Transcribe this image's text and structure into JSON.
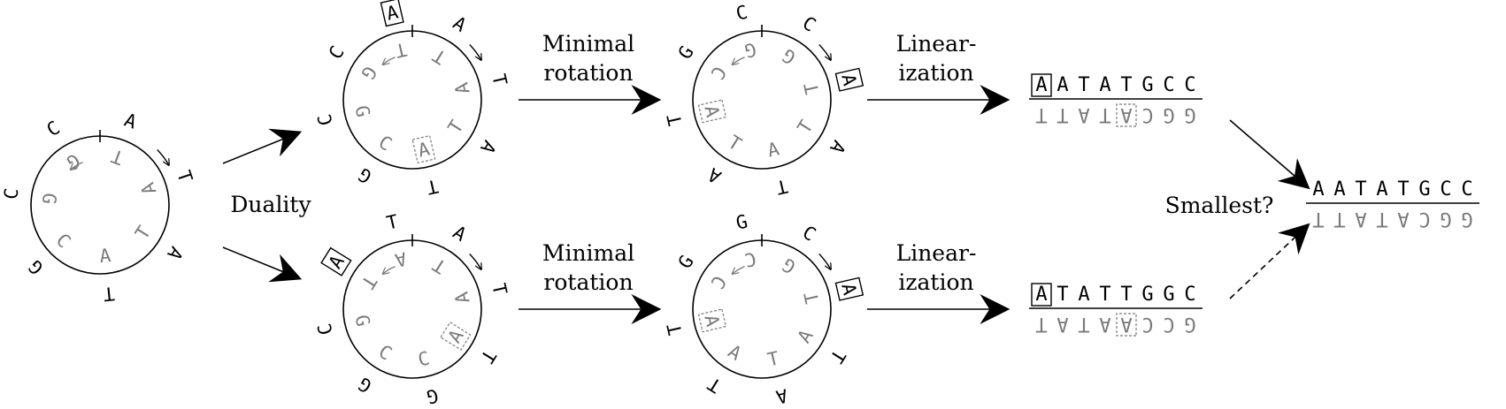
{
  "labels": {
    "duality": "Duality",
    "minimal_rotation_line1": "Minimal",
    "minimal_rotation_line2": "rotation",
    "linearization_line1": "Linear-",
    "linearization_line2": "ization",
    "smallest": "Smallest?"
  },
  "circles": [
    {
      "name": "input",
      "outer": [
        "A",
        "T",
        "A",
        "T",
        "G",
        "C",
        "C"
      ],
      "inner": [
        "T",
        "A",
        "T",
        "A",
        "C",
        "G",
        "G"
      ],
      "boxed_outer": -1,
      "dashed_inner": -1
    },
    {
      "name": "top-forward",
      "outer": [
        "A",
        "T",
        "A",
        "T",
        "G",
        "C",
        "C",
        "A"
      ],
      "inner": [
        "T",
        "A",
        "T",
        "A",
        "C",
        "G",
        "G",
        "T"
      ],
      "boxed_outer": 7,
      "dashed_inner": 3
    },
    {
      "name": "top-rotated",
      "outer": [
        "C",
        "A",
        "A",
        "T",
        "A",
        "T",
        "G",
        "C"
      ],
      "inner": [
        "G",
        "T",
        "T",
        "A",
        "T",
        "A",
        "C",
        "G"
      ],
      "boxed_outer": 1,
      "dashed_inner": 5
    },
    {
      "name": "bottom-forward",
      "outer": [
        "A",
        "T",
        "T",
        "G",
        "G",
        "C",
        "A",
        "T"
      ],
      "inner": [
        "T",
        "A",
        "A",
        "C",
        "C",
        "G",
        "T",
        "A"
      ],
      "boxed_outer": 6,
      "dashed_inner": 2
    },
    {
      "name": "bottom-rotated",
      "outer": [
        "C",
        "A",
        "T",
        "A",
        "T",
        "T",
        "G",
        "G"
      ],
      "inner": [
        "G",
        "T",
        "A",
        "T",
        "A",
        "A",
        "C",
        "C"
      ],
      "boxed_outer": 1,
      "dashed_inner": 5
    }
  ],
  "sequences": [
    {
      "name": "top-linear",
      "top": [
        "A",
        "A",
        "T",
        "A",
        "T",
        "G",
        "C",
        "C"
      ],
      "bottom": [
        "T",
        "T",
        "A",
        "T",
        "A",
        "C",
        "G",
        "G"
      ],
      "boxed_top": 0,
      "dashed_bottom": 4
    },
    {
      "name": "bottom-linear",
      "top": [
        "A",
        "T",
        "A",
        "T",
        "T",
        "G",
        "G",
        "C"
      ],
      "bottom": [
        "T",
        "A",
        "T",
        "A",
        "A",
        "C",
        "C",
        "G"
      ],
      "boxed_top": 0,
      "dashed_bottom": 4
    },
    {
      "name": "result",
      "top": [
        "A",
        "A",
        "T",
        "A",
        "T",
        "G",
        "C",
        "C"
      ],
      "bottom": [
        "T",
        "T",
        "A",
        "T",
        "A",
        "C",
        "G",
        "G"
      ],
      "boxed_top": -1,
      "dashed_bottom": -1
    }
  ]
}
